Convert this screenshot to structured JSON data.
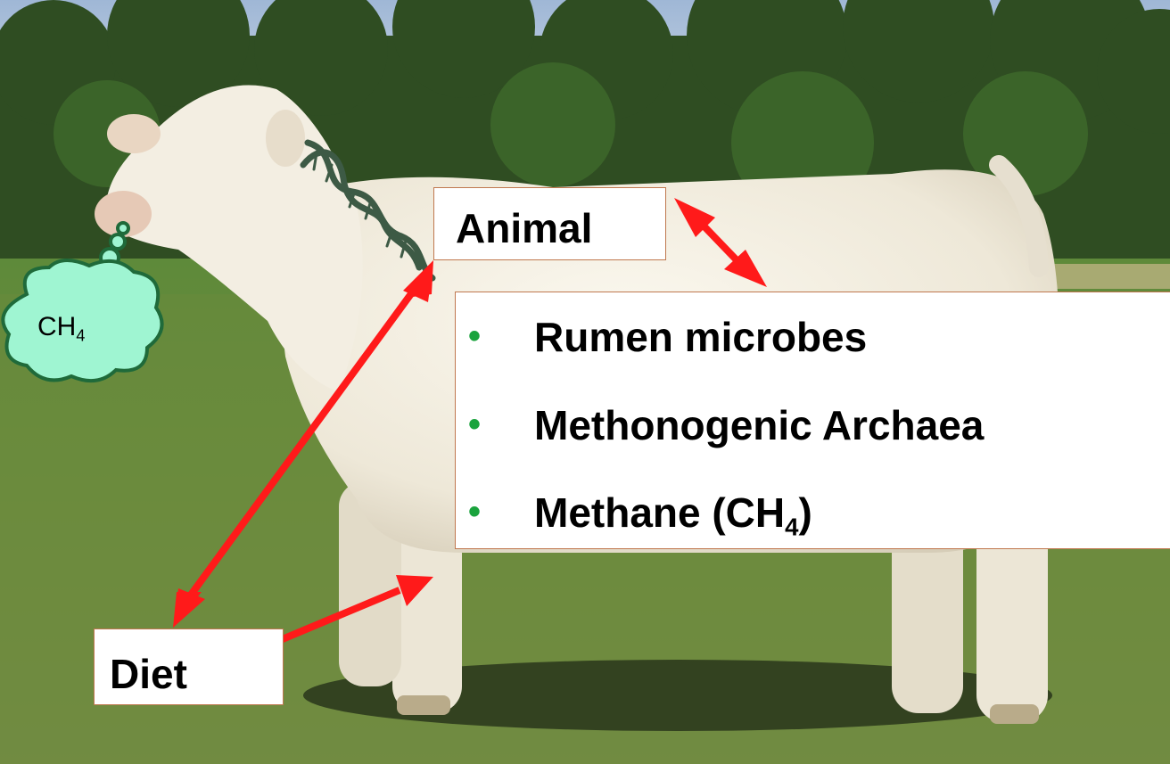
{
  "labels": {
    "animal": "Animal",
    "diet": "Diet",
    "cloud_main": "CH",
    "cloud_sub": "4"
  },
  "list": {
    "items": [
      {
        "text": "Rumen microbes"
      },
      {
        "text": "Methonogenic Archaea"
      },
      {
        "text": "Methane (CH",
        "sub": "4",
        "tail": ")"
      }
    ]
  },
  "colors": {
    "arrow": "#ff1a1a",
    "bullet": "#1aa33d",
    "cloud_fill": "#9ff5d2",
    "cloud_stroke": "#1f6a3a",
    "dna": "#3d5a45",
    "box_border": "#c0784f"
  },
  "icons": [
    "cow-photo",
    "dna-helix-icon",
    "thought-cloud-icon",
    "double-arrow-icon"
  ]
}
